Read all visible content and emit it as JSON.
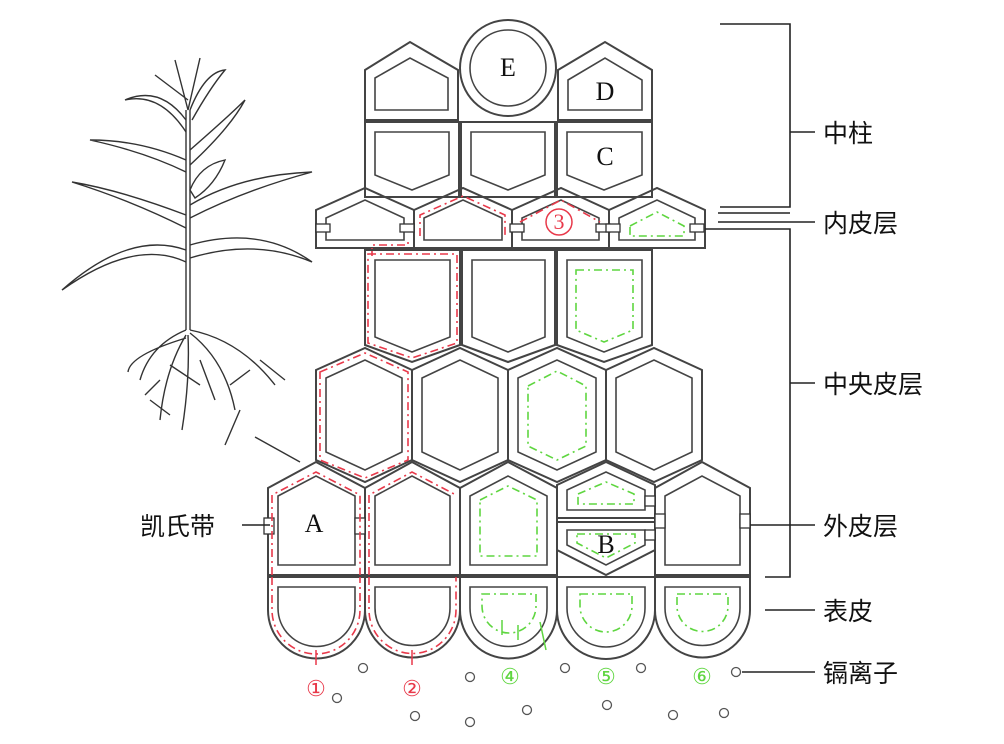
{
  "diagram": {
    "cell_letters": {
      "a": "A",
      "b": "B",
      "c": "C",
      "d": "D",
      "e": "E"
    },
    "pathway_numbers": [
      "①",
      "②",
      "④",
      "⑤",
      "⑥"
    ],
    "pathway_number_3": "3",
    "labels": {
      "stele": "中柱",
      "endodermis": "内皮层",
      "cortex": "中央皮层",
      "exodermis": "外皮层",
      "casparian_strip": "凯氏带",
      "epidermis": "表皮",
      "cadmium_ions": "镉离子"
    },
    "colors": {
      "apoplast_path": "#e8394a",
      "symplast_path": "#5fd640",
      "wall": "#444444"
    }
  }
}
